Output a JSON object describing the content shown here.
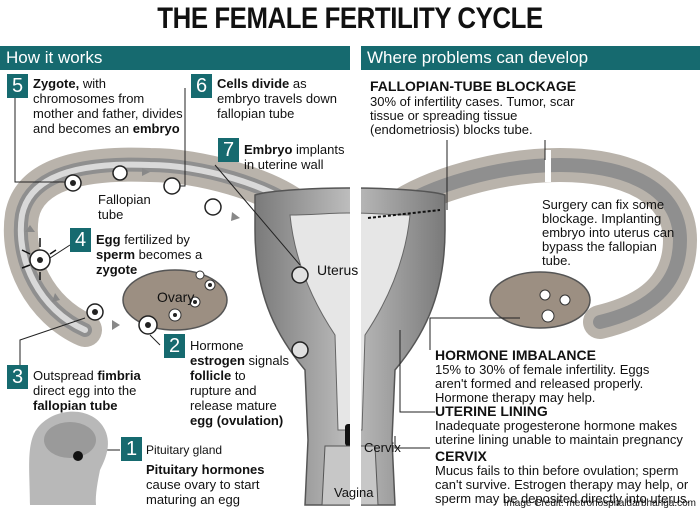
{
  "title": "THE FEMALE FERTILITY CYCLE",
  "left_header": "How it works",
  "right_header": "Where problems can develop",
  "steps": {
    "s1": {
      "num": "1",
      "label": "Pituitary gland",
      "bold": "Pituitary hormones",
      "rest": "cause ovary to start maturing an egg"
    },
    "s2": {
      "num": "2",
      "pre": "Hormone",
      "b1": "estrogen",
      "mid": "signals",
      "b2": "follicle",
      "post": "to rupture and release mature",
      "b3": "egg (ovulation)"
    },
    "s3": {
      "num": "3",
      "pre": "Outspread",
      "b1": "fimbria",
      "mid": "direct egg into the",
      "b2": "fallopian tube"
    },
    "s4": {
      "num": "4",
      "b1": "Egg",
      "mid1": "fertilized by",
      "b2": "sperm",
      "mid2": "becomes a",
      "b3": "zygote"
    },
    "s5": {
      "num": "5",
      "b1": "Zygote,",
      "mid": "with chromosomes from mother and father, divides and becomes an",
      "b2": "embryo"
    },
    "s6": {
      "num": "6",
      "b1": "Cells divide",
      "mid": "as embryo travels down fallopian tube"
    },
    "s7": {
      "num": "7",
      "b1": "Embryo",
      "mid": "implants in uterine wall"
    }
  },
  "labels": {
    "fallopian_tube": "Fallopian tube",
    "ovary": "Ovary",
    "uterus": "Uterus",
    "cervix": "Cervix",
    "vagina": "Vagina"
  },
  "problems": {
    "blockage": {
      "title": "FALLOPIAN-TUBE BLOCKAGE",
      "text": "30% of infertility cases. Tumor, scar tissue or spreading tissue (endometriosis) blocks tube."
    },
    "surgery": {
      "text": "Surgery can fix some blockage. Implanting embryo into uterus can bypass the fallopian tube."
    },
    "hormone": {
      "title": "HORMONE IMBALANCE",
      "text": "15% to 30% of female infertility. Eggs aren't formed and released properly. Hormone therapy may help."
    },
    "lining": {
      "title": "UTERINE LINING",
      "text": "Inadequate progesterone hormone makes uterine lining unable to maintain pregnancy"
    },
    "cervix": {
      "title": "CERVIX",
      "text": "Mucus fails to thin before ovulation; sperm can't survive. Estrogen therapy may help, or sperm may be deposited directly into uterus."
    }
  },
  "credit": "Image Credit: metrohospitaldarbhanga.com",
  "colors": {
    "accent": "#166a6f",
    "tissue": "#9a9a9a",
    "tube": "#c9c4bd",
    "lining": "#e8e8e8"
  }
}
